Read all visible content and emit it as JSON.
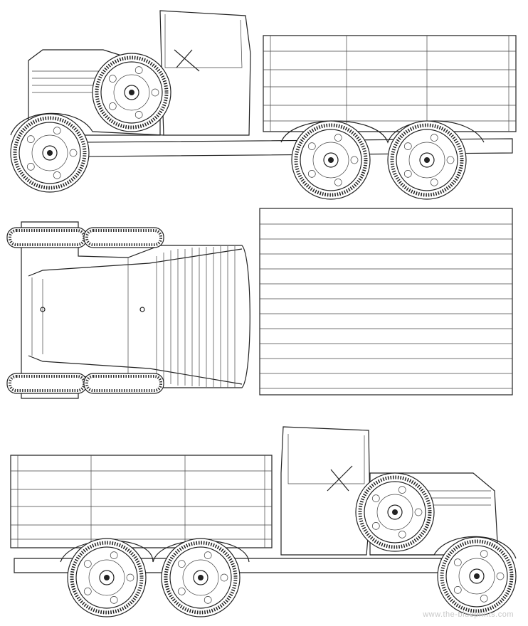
{
  "title": "Truck blueprint - side, top and side views",
  "views": [
    "side-view-left",
    "top-view",
    "side-view-right"
  ],
  "watermark": "www.the-blueprints.com",
  "colors": {
    "line": "#222222",
    "background": "#ffffff"
  }
}
